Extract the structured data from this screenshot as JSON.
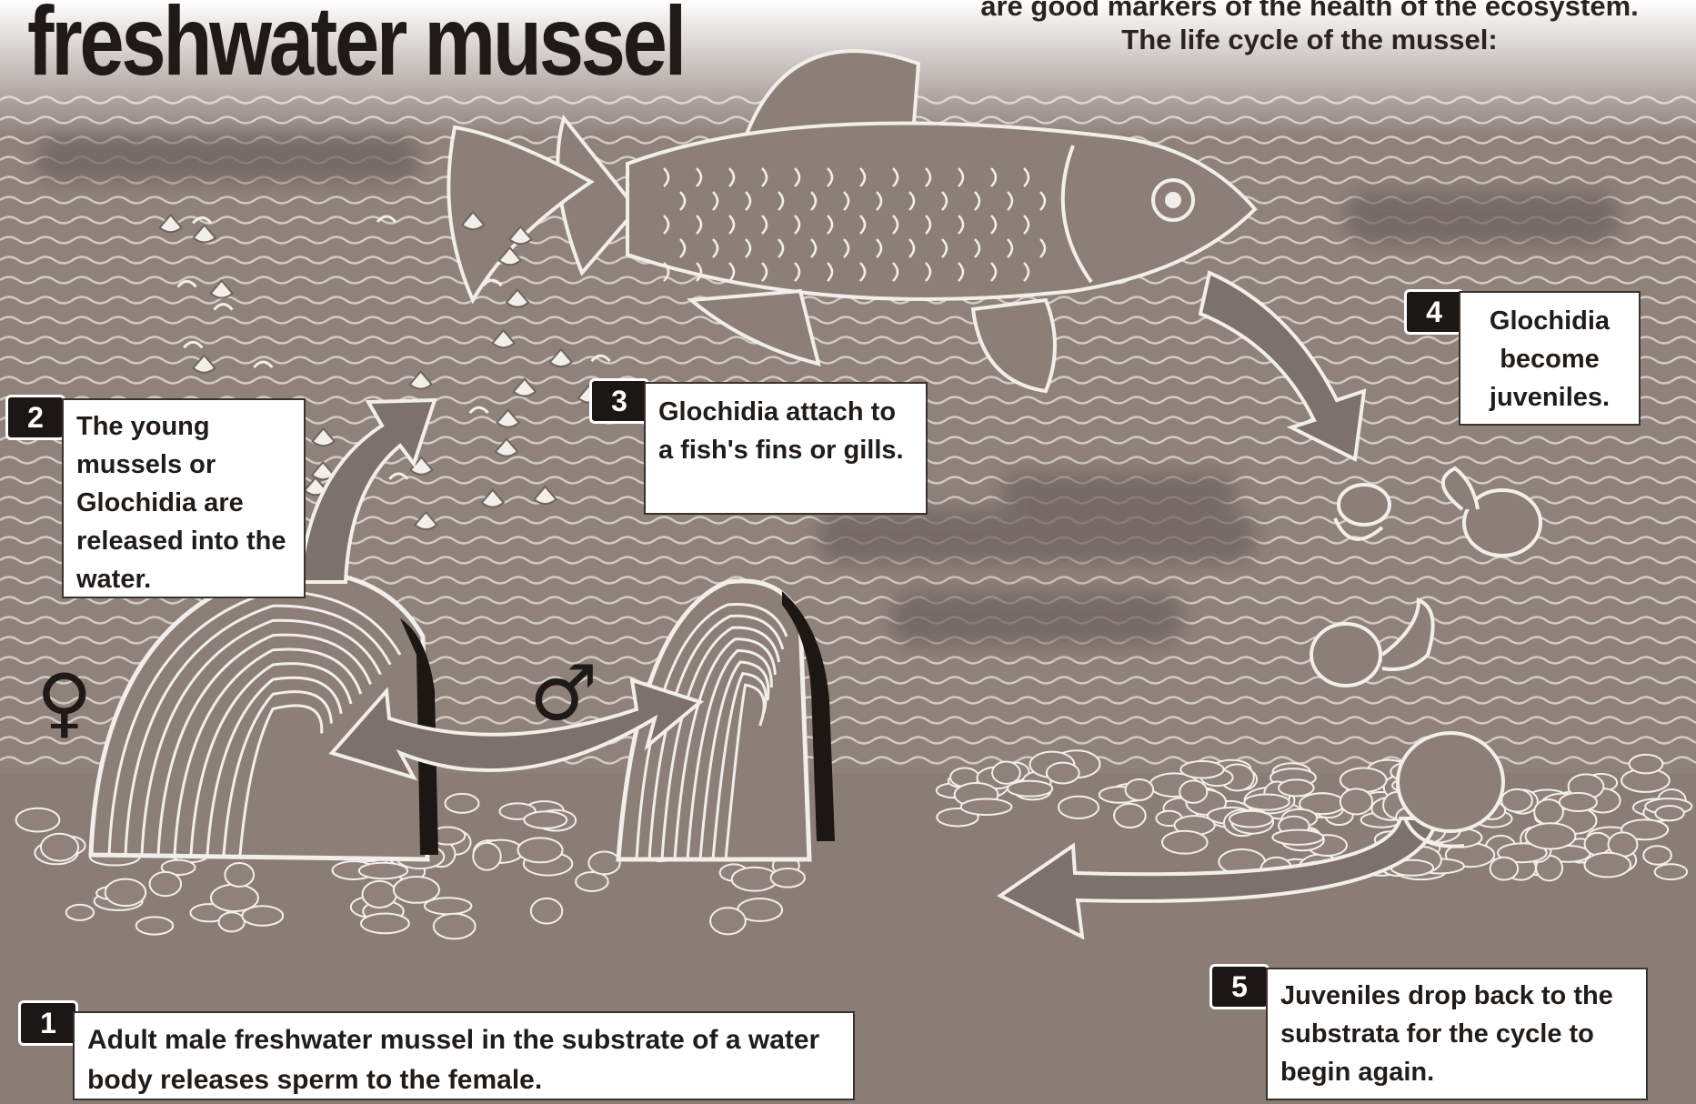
{
  "title": "freshwater mussel",
  "intro": "are good markers of the health of the ecosystem. The life cycle of the mussel:",
  "symbols": {
    "female": "♀",
    "male": "♂"
  },
  "steps": [
    {
      "num": "1",
      "text": "Adult male freshwater mussel in the substrate of a water body releases sperm to the female."
    },
    {
      "num": "2",
      "text": "The young mussels or Glochidia are released into the water."
    },
    {
      "num": "3",
      "text": "Glochidia attach to a fish's fins or gills."
    },
    {
      "num": "4",
      "text": "Glochidia become juveniles."
    },
    {
      "num": "5",
      "text": "Juveniles drop back to the substrata for the cycle to begin again."
    }
  ],
  "colors": {
    "water": "#8f827b",
    "wave": "#d9d2cc",
    "substrate": "#8a7d76",
    "fish": "#8c7f78",
    "outline": "#f2eeea",
    "arrow": "#7d716b",
    "dark": "#1c1714"
  }
}
